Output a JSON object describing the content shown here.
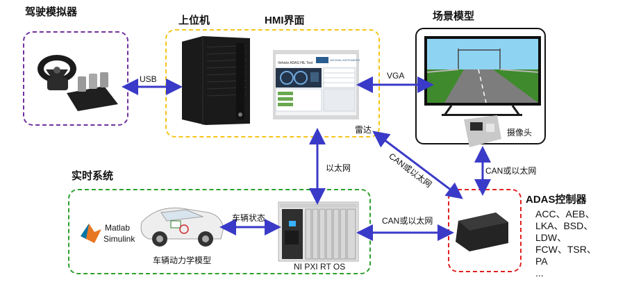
{
  "sections": {
    "driving_simulator": {
      "title": "驾驶模拟器",
      "border_color": "#7030a0"
    },
    "host_pc": {
      "title": "上位机",
      "border_color": "#f5c518"
    },
    "hmi": {
      "title": "HMI界面",
      "screen_title": "Vehicle ADAS HIL Test",
      "screen_logo": "NATIONAL INSTRUMENTS"
    },
    "scene_model": {
      "title": "场景模型",
      "border_color": "#111111"
    },
    "realtime_system": {
      "title": "实时系统",
      "border_color": "#2ca02c"
    },
    "adas_controller": {
      "title": "ADAS控制器",
      "border_color": "#e02020",
      "functions": [
        "ACC、AEB、",
        "LKA、BSD、",
        "LDW、",
        "FCW、TSR、",
        "PA",
        "..."
      ]
    }
  },
  "labels": {
    "usb": "USB",
    "vga": "VGA",
    "radar": "雷达",
    "camera": "摄像头",
    "ethernet": "以太网",
    "can_eth_diag": "CAN或以太网",
    "can_eth_camera": "CAN或以太网",
    "can_eth_pxi": "CAN或以太网",
    "vehicle_state": "车辆状态",
    "matlab": "Matlab",
    "simulink": "Simulink",
    "vehicle_model": "车辆动力学模型",
    "pxi": "NI PXI RT OS"
  },
  "colors": {
    "arrow": "#3a3ac8",
    "road_sky": "#8fd3f2",
    "road_grass": "#3f8a2c",
    "road": "#7d7d7d"
  },
  "icons": [
    "steering-wheel-icon",
    "pedals-icon",
    "workstation-tower-icon",
    "monitor-icon",
    "tv-icon",
    "camera-sensor-icon",
    "pxi-chassis-icon",
    "car-model-icon",
    "matlab-logo-icon",
    "ecu-box-icon"
  ]
}
